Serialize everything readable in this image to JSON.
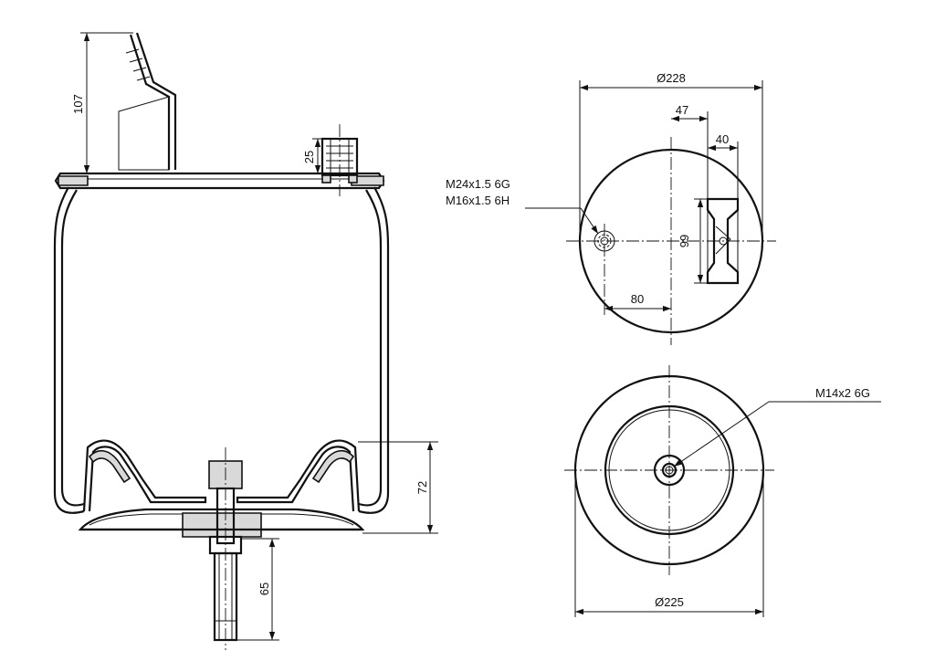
{
  "dimensions": {
    "bracket_height": "107",
    "fitting_height": "25",
    "piston_height": "72",
    "stud_length": "65",
    "top_diameter": "Ø228",
    "offset_47": "47",
    "bracket_width": "40",
    "bracket_span": "99",
    "port_offset": "80",
    "bottom_diameter": "Ø225"
  },
  "callouts": {
    "thread_air": "M24x1.5 6G",
    "thread_port": "M16x1.5 6H",
    "thread_bottom": "M14x2 6G"
  }
}
